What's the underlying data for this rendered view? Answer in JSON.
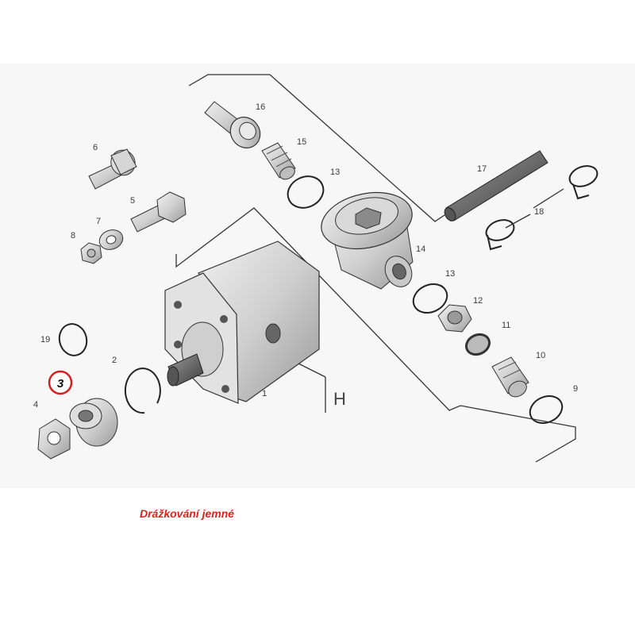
{
  "caption": "Drážkování jemné",
  "highlight": {
    "label": "3",
    "ring_color": "#d42020"
  },
  "group_label": "H",
  "part_labels": [
    "16",
    "6",
    "15",
    "13",
    "17",
    "5",
    "7",
    "18",
    "8",
    "14",
    "13",
    "12",
    "19",
    "11",
    "2",
    "10",
    "1",
    "4",
    "9"
  ],
  "colors": {
    "caption": "#e0201c",
    "line": "#333333",
    "part_fill": "#d9d9d9"
  }
}
